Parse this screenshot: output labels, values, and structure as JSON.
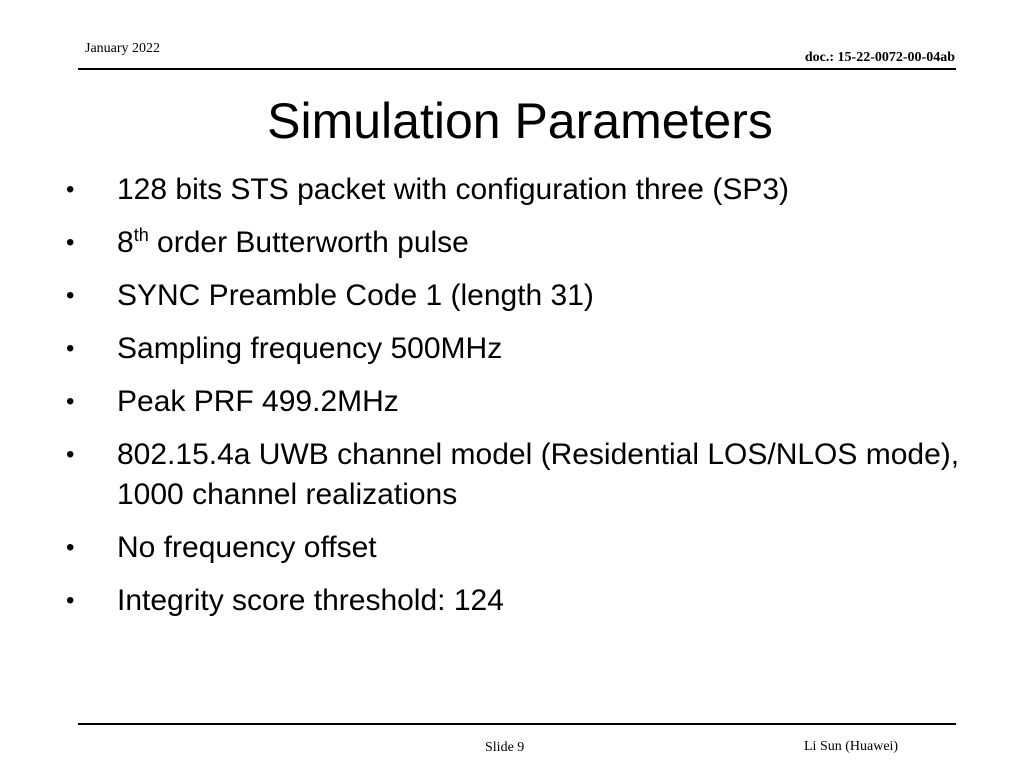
{
  "header": {
    "date": "January 2022",
    "doc_id": "doc.: 15-22-0072-00-04ab"
  },
  "slide": {
    "title": "Simulation Parameters",
    "bullet_symbol": "•",
    "bullets": [
      {
        "text": "128 bits STS packet with configuration three (SP3)"
      },
      {
        "pre": "8",
        "sup": "th",
        "post": " order Butterworth pulse"
      },
      {
        "text": "SYNC Preamble Code 1 (length 31)"
      },
      {
        "text": "Sampling frequency 500MHz"
      },
      {
        "text": "Peak PRF 499.2MHz"
      },
      {
        "text": "802.15.4a UWB channel model (Residential LOS/NLOS mode), 1000 channel realizations"
      },
      {
        "text": "No frequency offset"
      },
      {
        "text": "Integrity score threshold: 124"
      }
    ]
  },
  "footer": {
    "slide_label": "Slide 9",
    "author": "Li Sun (Huawei)"
  }
}
